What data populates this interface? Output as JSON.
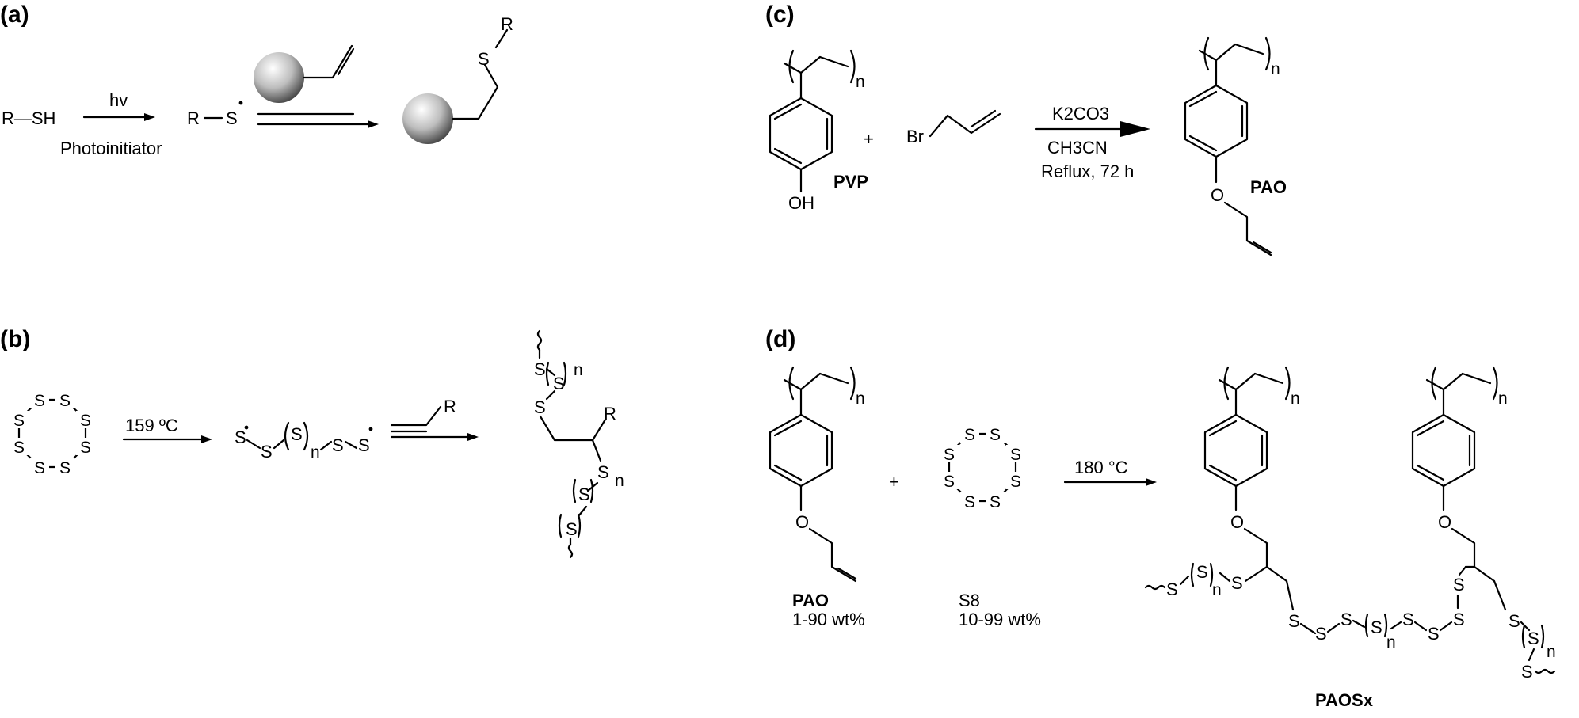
{
  "panels": {
    "a": {
      "label": "(a)",
      "reactant": "R—SH",
      "arrow_top": "hv",
      "arrow_bottom": "Photoinitiator",
      "intermediate_R": "R",
      "intermediate_S": "S",
      "product_R": "R",
      "product_S": "S"
    },
    "b": {
      "label": "(b)",
      "ring_atom": "S",
      "condition": "159 ºC",
      "chain_S": "S",
      "chain_n": "n",
      "alkene_R": "R"
    },
    "c": {
      "label": "(c)",
      "n": "n",
      "oh": "OH",
      "reactant1_name": "PVP",
      "plus": "+",
      "br": "Br",
      "cond_line1": "K2CO3",
      "cond_line2": "CH3CN",
      "cond_line3": "Reflux, 72 h",
      "product_O": "O",
      "product_name": "PAO"
    },
    "d": {
      "label": "(d)",
      "n": "n",
      "o": "O",
      "s": "S",
      "plus": "+",
      "reactant1_name": "PAO",
      "reactant1_amount": "1-90 wt%",
      "reactant2_name": "S8",
      "reactant2_amount": "10-99 wt%",
      "condition": "180 °C",
      "product_name": "PAOSx"
    }
  },
  "colors": {
    "ink": "#000000",
    "sphere_light": "#ffffff",
    "sphere_dark": "#4a4a4a"
  },
  "icons": [
    "polymer-bead-sphere",
    "reaction-arrow"
  ]
}
